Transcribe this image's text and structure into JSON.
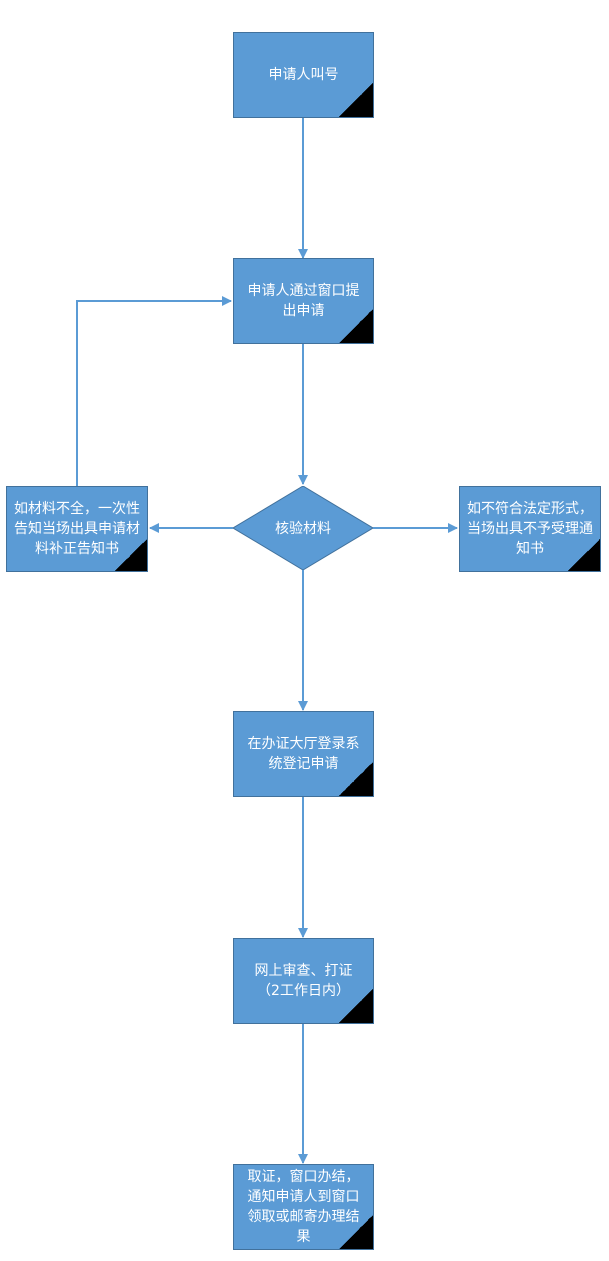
{
  "diagram": {
    "colors": {
      "node_fill": "#5b9bd5",
      "node_border": "#41719c",
      "connector": "#5b9bd5",
      "text": "#ffffff"
    },
    "nodes": {
      "applicant_call": "申请人叫号",
      "submit_application": "申请人通过窗口提出申请",
      "verify_materials": "核验材料",
      "incomplete_materials": "如材料不全，一次性告知当场出具申请材料补正告知书",
      "non_compliant": "如不符合法定形式，当场出具不予受理通知书",
      "register_system": "在办证大厅登录系统登记申请",
      "online_review": "网上审查、打证（2工作日内）",
      "collect_certificate": "取证，窗口办结，通知申请人到窗口领取或邮寄办理结果"
    }
  }
}
